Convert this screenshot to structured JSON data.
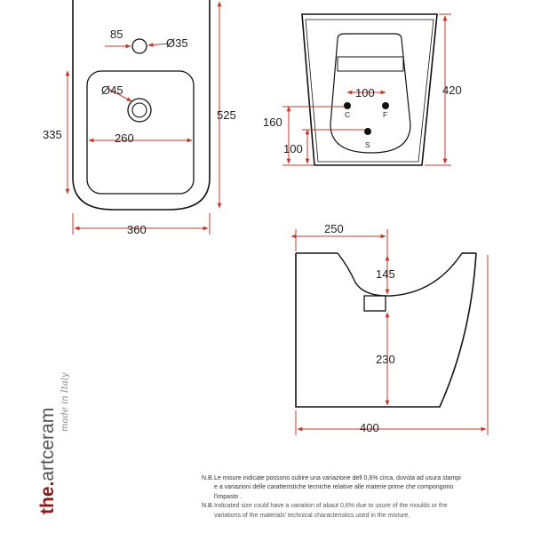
{
  "colors": {
    "dimension_line": "#c0392b",
    "outline": "#111111",
    "brand": "#8b1a1a"
  },
  "top_view": {
    "dims": {
      "tap_offset": "85",
      "tap_hole": "Ø35",
      "drain_hole": "Ø45",
      "basin_width": "260",
      "basin_depth": "335",
      "total_depth": "525",
      "total_width": "360"
    }
  },
  "back_view": {
    "dims": {
      "height": "420",
      "inlet_spacing": "100",
      "inlet_height": "160",
      "drain_height": "100"
    },
    "labels": {
      "cold": "C",
      "hot": "F",
      "drain": "S"
    }
  },
  "side_view": {
    "dims": {
      "width_top": "250",
      "bowl_depth": "145",
      "inner_height": "230",
      "total_length": "400"
    }
  },
  "brand": {
    "name_part1": "the.",
    "name_part2": "artceram",
    "tagline": "made in Italy"
  },
  "notes": {
    "it": {
      "prefix": "N.B.",
      "lines": [
        "Le misure indicate possono subire una variazione dell 0,6% circa, dovùta ad usura stampi",
        "e a variazioni delle caratteristiche tecniche relative alle materie  prime che  compongono",
        "l'impasto ."
      ]
    },
    "en": {
      "prefix": "N.B.",
      "lines": [
        "Indicated size could have a variation  of  abaut 0,6%  due   to usure of  the moulds or the",
        "variations of the materials' technical characteristics used in the mixture."
      ]
    }
  }
}
